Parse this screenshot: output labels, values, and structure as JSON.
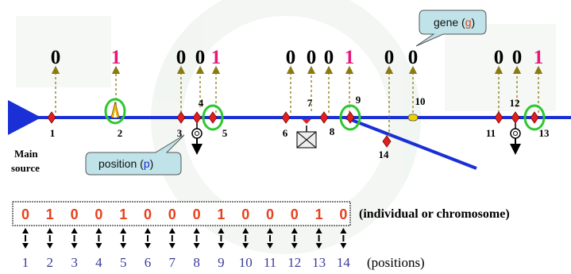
{
  "colors": {
    "line": "#1a2fd6",
    "zero": "#000000",
    "one": "#e8177a",
    "gene_letter": "#e8401c",
    "pos_letter": "#1a2fd6",
    "valve": "#e02020",
    "highlight": "#2ec82e",
    "callout_fill": "#bfe3e8",
    "watermark": "#e9efe9"
  },
  "source_label": [
    "Main",
    "source"
  ],
  "callouts": {
    "gene": {
      "prefix": "gene (",
      "letter": "g",
      "suffix": ")"
    },
    "position": {
      "prefix": "position (",
      "letter": "p",
      "suffix": ")"
    }
  },
  "nodes": [
    {
      "label": "1",
      "bit": "0",
      "icon": "valve"
    },
    {
      "label": "2",
      "bit": "1",
      "icon": "flame",
      "highlight": true
    },
    {
      "label": "3",
      "bit": "0",
      "icon": "valve"
    },
    {
      "label": "4",
      "bit": "0",
      "icon": "regulator"
    },
    {
      "label": "5",
      "bit": "1",
      "icon": "valve",
      "highlight": true
    },
    {
      "label": "6",
      "bit": "0",
      "icon": "valve"
    },
    {
      "label": "7",
      "bit": "0",
      "icon": "box-valve"
    },
    {
      "label": "8",
      "bit": "0",
      "icon": "valve"
    },
    {
      "label": "9",
      "bit": "1",
      "icon": "valve",
      "highlight": true
    },
    {
      "label": "14",
      "bit": "0",
      "icon": "valve"
    },
    {
      "label": "10",
      "bit": "0",
      "icon": "capsule"
    },
    {
      "label": "11",
      "bit": "0",
      "icon": "valve"
    },
    {
      "label": "12",
      "bit": "0",
      "icon": "regulator"
    },
    {
      "label": "13",
      "bit": "1",
      "icon": "valve",
      "highlight": true
    }
  ],
  "chromosome": {
    "bits": [
      "0",
      "1",
      "0",
      "0",
      "1",
      "0",
      "0",
      "0",
      "1",
      "0",
      "0",
      "0",
      "1",
      "0"
    ],
    "label": "(individual or chromosome)"
  },
  "positions": {
    "numbers": [
      "1",
      "2",
      "3",
      "4",
      "5",
      "6",
      "7",
      "8",
      "9",
      "10",
      "11",
      "12",
      "13",
      "14"
    ],
    "label": "(positions)"
  }
}
